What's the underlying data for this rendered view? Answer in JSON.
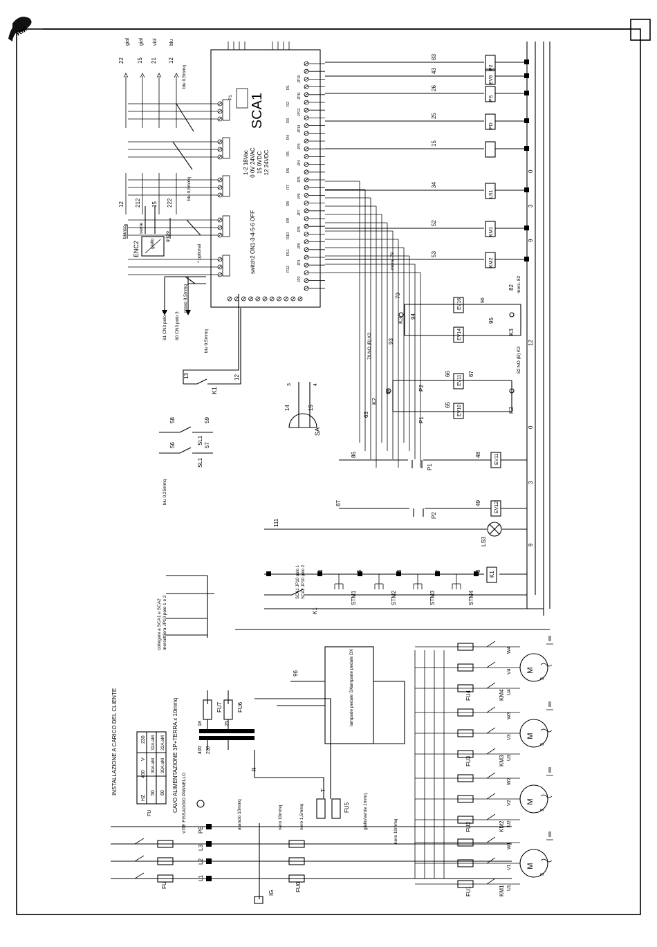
{
  "logo": {
    "text": "RM"
  },
  "page_number": "",
  "board": {
    "name": "SCA1",
    "power_notes": [
      "1-2 18Vac",
      "0  0V 24VAC",
      "15 0VDC",
      "12 24VDC"
    ],
    "switch_note": "switch2 ON1-3-4-5-6 OFF",
    "connectors": [
      "JP10",
      "JP11",
      "JP12",
      "JP13",
      "JP3",
      "JP4",
      "JP5",
      "JP6",
      "JP7",
      "JP8",
      "JP9",
      "JP1",
      "JP2",
      "P1"
    ],
    "relays": [
      "R1",
      "R2",
      "R3",
      "R4",
      "R5",
      "R6",
      "R7",
      "R8",
      "R9",
      "R10",
      "R11",
      "R12"
    ]
  },
  "left_terminals": {
    "wires_top": [
      "22",
      "15",
      "21",
      "12"
    ],
    "wires_mid": [
      "12",
      "212",
      "15",
      "222"
    ],
    "colors": [
      "gial",
      "gial",
      "viol",
      "blu"
    ],
    "cable_notes": [
      "blu 0,5mmq",
      "blu 0,5mmq",
      "rosso 0,5mmq",
      "blu 0,5mmq",
      "* optional"
    ]
  },
  "enc": {
    "label": "ENC2",
    "wires": [
      "bianco",
      "verde",
      "giallo",
      "grigio"
    ]
  },
  "cn_notes": [
    "61 CN3 polo 4",
    "60 CN3 polo 3"
  ],
  "k1_label": "K1",
  "k1_wires": [
    "13",
    "12"
  ],
  "sa": {
    "label": "SA",
    "wires": [
      "14",
      "15",
      "3",
      "4"
    ]
  },
  "sl": {
    "labels": [
      "SL1",
      "SL1"
    ],
    "wires": [
      "58",
      "59",
      "56",
      "57"
    ],
    "note": "blu 0,25mmq"
  },
  "right_outputs": [
    {
      "wire": "83",
      "label": "P2"
    },
    {
      "wire": "43",
      "label": "EV6"
    },
    {
      "wire": "26",
      "label": "PS"
    },
    {
      "wire": "25",
      "label": "PD"
    },
    {
      "wire": "15",
      "label": ""
    },
    {
      "wire": "34",
      "label": "LS1"
    },
    {
      "wire": "52",
      "label": "KM1"
    },
    {
      "wire": "53",
      "label": "KM2"
    }
  ],
  "k3_group": {
    "label": "K3",
    "wires": [
      "79",
      "93",
      "94",
      "95",
      "96",
      "82"
    ],
    "valves": [
      "EV16",
      "EV14"
    ],
    "notes": [
      "mors. 79",
      "mors. 82",
      "79 NO (B) K3"
    ]
  },
  "k2_group": {
    "label": "K2",
    "wires": [
      "63",
      "64",
      "65",
      "66",
      "67"
    ],
    "valves": [
      "EV11",
      "EV10"
    ],
    "pedals": [
      "P1",
      "P2"
    ],
    "notes": [
      "82 NO (B) K3"
    ]
  },
  "p1_line": {
    "wire": "86",
    "pedal": "P1",
    "out": "48",
    "valve": "EV11"
  },
  "p2_line": {
    "wire": "87",
    "pedal": "P2",
    "out": "49",
    "valve": "EV12"
  },
  "ls3_line": {
    "wire": "111",
    "label": "LS3"
  },
  "stm": {
    "labels": [
      "STM1",
      "STM2",
      "STM3",
      "STM4"
    ],
    "wires": [
      "4",
      "5",
      "6",
      "7",
      "8"
    ],
    "k1": "K1",
    "note": [
      "SCA1 JP10 polo 1",
      "SCA2 JP10 polo 2"
    ]
  },
  "customer_note": [
    "collegare a SCA1 e SCA2",
    "morsettiera JP10 polo 1 e 2"
  ],
  "lamps": {
    "left": "lampade pedale SX",
    "right": "lampade pedale DX",
    "wire": "96"
  },
  "install_title": "INSTALLAZIONE A CARICO DEL CLIENTE",
  "supply_table": {
    "header": [
      "V",
      "230",
      "400"
    ],
    "rows": [
      [
        "50",
        "30A aM",
        "32A aM"
      ],
      [
        "60",
        "30A aM",
        "32A aM"
      ]
    ],
    "labels": [
      "HZ",
      "FU"
    ]
  },
  "cable_title": "CAVO ALIMENTAZIONE 3P+TERRA x 10mmq",
  "earth_note": "VITE FISSAGGIO PANNELLO",
  "mains": {
    "phases": [
      "PE",
      "L3",
      "L2",
      "L1"
    ],
    "switch": "IG",
    "fuse": "FU",
    "fuse0": "FU0"
  },
  "cable_colors": [
    "arancio 10mmq",
    "nero 10mmq",
    "nero 1,5mmq",
    "giallo/verde 1mmq",
    "nero 10mmq"
  ],
  "transformer": {
    "in": [
      "400",
      "230"
    ],
    "out": [
      "18",
      "25"
    ],
    "fuses": [
      "FU7",
      "FU6",
      "FU5"
    ],
    "pin": "R",
    "pin2": "T"
  },
  "motors": [
    {
      "km": "KM1",
      "fu": "FU1",
      "terms": [
        "U1",
        "V1",
        "W1"
      ]
    },
    {
      "km": "KM2",
      "fu": "FU2",
      "terms": [
        "U2",
        "V2",
        "W2"
      ]
    },
    {
      "km": "KM3",
      "fu": "FU3",
      "terms": [
        "U3",
        "V3",
        "W3"
      ]
    },
    {
      "km": "KM4",
      "fu": "FU4",
      "terms": [
        "U4",
        "V4",
        "W4"
      ]
    }
  ],
  "motor_symbol": "M",
  "motor_sub": "3",
  "common_wires": [
    "0",
    "3",
    "9",
    "12"
  ]
}
